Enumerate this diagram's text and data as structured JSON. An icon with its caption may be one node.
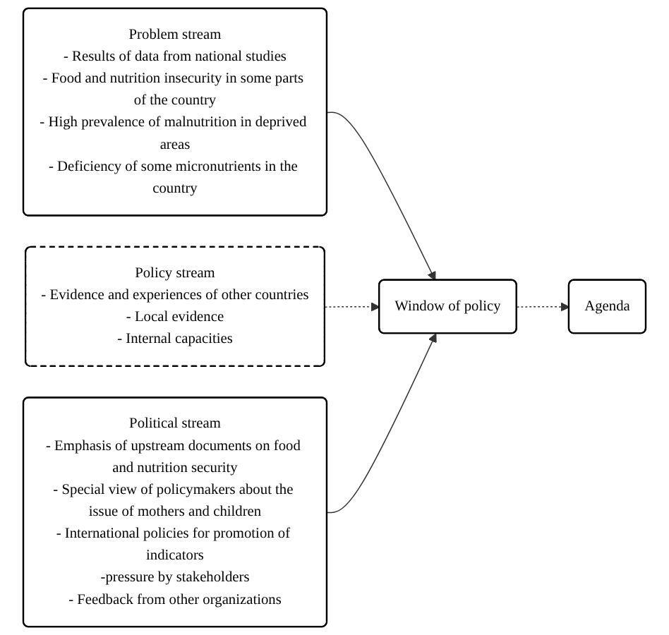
{
  "diagram": {
    "nodes": [
      {
        "text": [
          "Problem stream",
          "- Results of data from national studies",
          "- Food and nutrition insecurity in some parts of the country",
          "- High prevalence of malnutrition in deprived areas",
          "- Deficiency of some micronutrients in the country"
        ]
      },
      {
        "text": [
          "Policy stream",
          "- Evidence and experiences of other countries",
          "- Local evidence",
          "- Internal capacities"
        ]
      },
      {
        "text": [
          "Political stream",
          "- Emphasis of upstream documents on food and nutrition security",
          "- Special view of policymakers about the issue of mothers and children",
          "- International policies for promotion of indicators",
          "-pressure by stakeholders",
          "- Feedback from other organizations"
        ]
      },
      {
        "text": [
          "Window of policy"
        ]
      },
      {
        "text": [
          "Agenda"
        ]
      }
    ],
    "edges": [
      {
        "from": 0,
        "to": 3,
        "arrow": "to"
      },
      {
        "from": 1,
        "to": 3,
        "arrow": "to",
        "style": "dashed"
      },
      {
        "from": 2,
        "to": 3,
        "arrow": "to"
      },
      {
        "from": 3,
        "to": 4,
        "arrow": "to",
        "style": "dashed"
      }
    ]
  }
}
